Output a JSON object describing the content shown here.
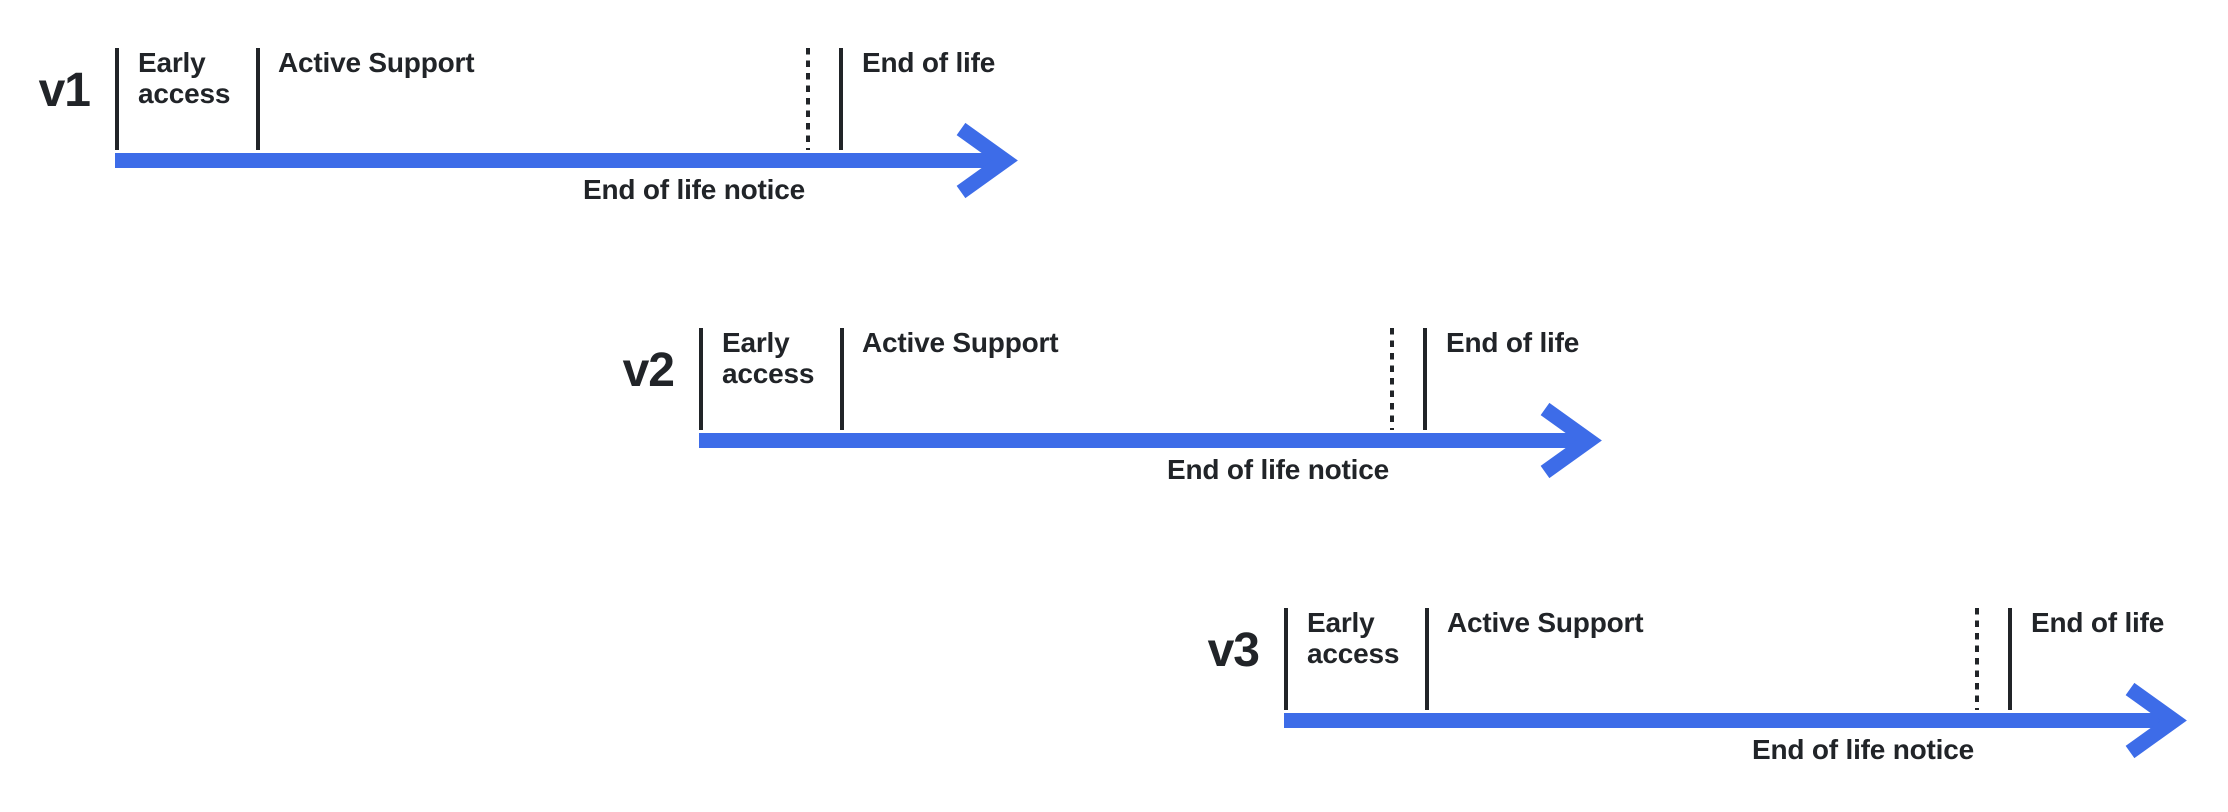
{
  "colors": {
    "accent_blue": "#3d6ce8",
    "ink": "#212428",
    "background": "#ffffff"
  },
  "timelines": [
    {
      "version": "v1",
      "early_access": "Early access",
      "active_support": "Active Support",
      "end_of_life": "End of life",
      "end_of_life_notice": "End of life notice"
    },
    {
      "version": "v2",
      "early_access": "Early access",
      "active_support": "Active Support",
      "end_of_life": "End of life",
      "end_of_life_notice": "End of life notice"
    },
    {
      "version": "v3",
      "early_access": "Early access",
      "active_support": "Active Support",
      "end_of_life": "End of life",
      "end_of_life_notice": "End of life notice"
    }
  ]
}
